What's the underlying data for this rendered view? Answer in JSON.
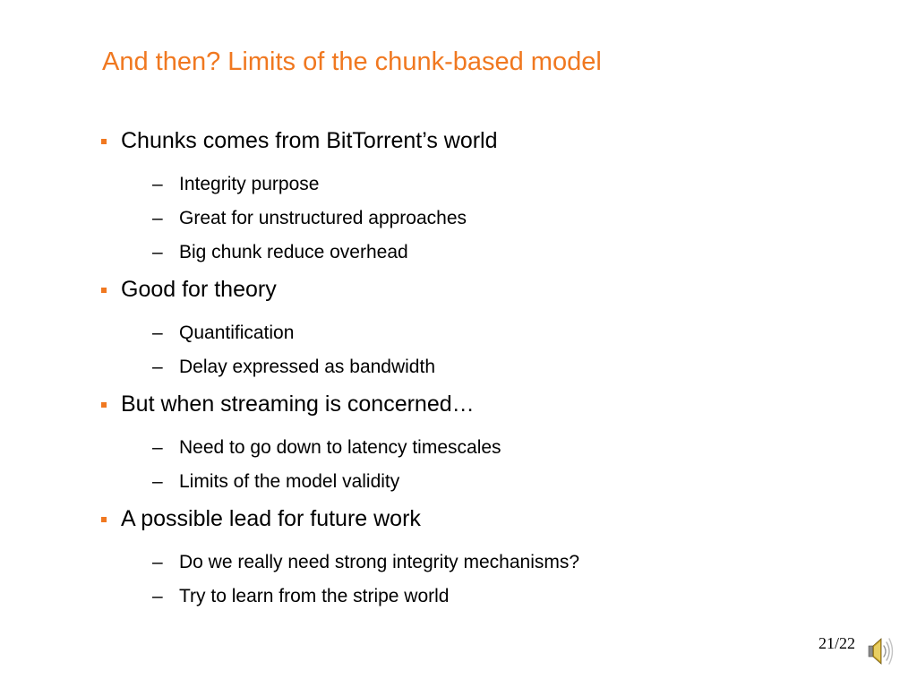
{
  "slide": {
    "title": "And then? Limits of the chunk-based model",
    "bullet_marker": "▪",
    "dash": "–",
    "bullets": [
      {
        "text": "Chunks comes from BitTorrent’s world",
        "subs": [
          "Integrity purpose",
          "Great for unstructured approaches",
          "Big chunk reduce overhead"
        ]
      },
      {
        "text": "Good for theory",
        "subs": [
          "Quantification",
          "Delay expressed as bandwidth"
        ]
      },
      {
        "text": "But when streaming is concerned…",
        "subs": [
          "Need to go down to latency timescales",
          "Limits of the model validity"
        ]
      },
      {
        "text": "A possible lead for future work",
        "subs": [
          "Do we really need strong integrity mechanisms?",
          "Try to learn from the stripe world"
        ]
      }
    ],
    "page_number": "21/22",
    "audio_icon": "speaker-icon"
  },
  "colors": {
    "accent": "#f07820",
    "text": "#000000",
    "background": "#ffffff"
  }
}
